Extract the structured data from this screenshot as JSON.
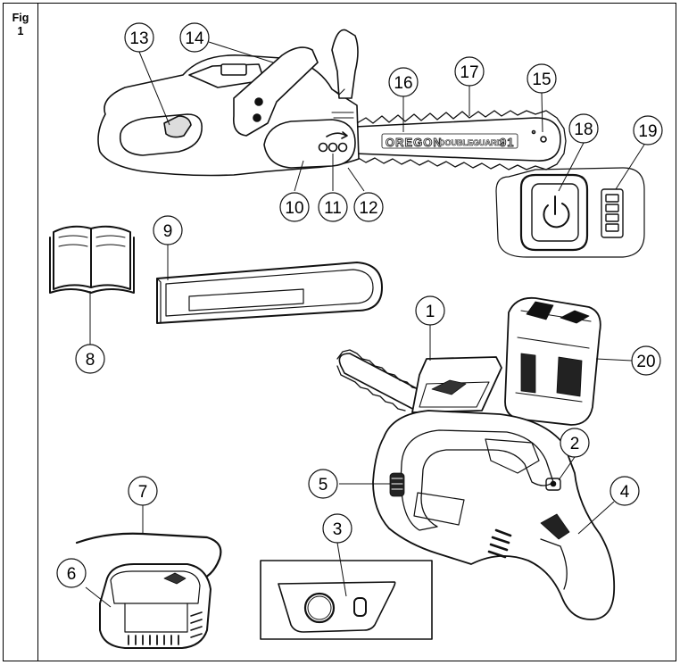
{
  "figure": {
    "label_line1": "Fig",
    "label_line2": "1"
  },
  "callouts": [
    {
      "id": "c1",
      "number": "1"
    },
    {
      "id": "c2",
      "number": "2"
    },
    {
      "id": "c3",
      "number": "3"
    },
    {
      "id": "c4",
      "number": "4"
    },
    {
      "id": "c5",
      "number": "5"
    },
    {
      "id": "c6",
      "number": "6"
    },
    {
      "id": "c7",
      "number": "7"
    },
    {
      "id": "c8",
      "number": "8"
    },
    {
      "id": "c9",
      "number": "9"
    },
    {
      "id": "c10",
      "number": "10"
    },
    {
      "id": "c11",
      "number": "11"
    },
    {
      "id": "c12",
      "number": "12"
    },
    {
      "id": "c13",
      "number": "13"
    },
    {
      "id": "c14",
      "number": "14"
    },
    {
      "id": "c15",
      "number": "15"
    },
    {
      "id": "c16",
      "number": "16"
    },
    {
      "id": "c17",
      "number": "17"
    },
    {
      "id": "c18",
      "number": "18"
    },
    {
      "id": "c19",
      "number": "19"
    },
    {
      "id": "c20",
      "number": "20"
    }
  ],
  "bar_branding": {
    "brand": "OREGON",
    "model": "DOUBLEGUARD",
    "number": "91"
  },
  "icons": {
    "power": "power-icon",
    "battery": "battery-level-icon",
    "manual": "manual-book-icon"
  }
}
